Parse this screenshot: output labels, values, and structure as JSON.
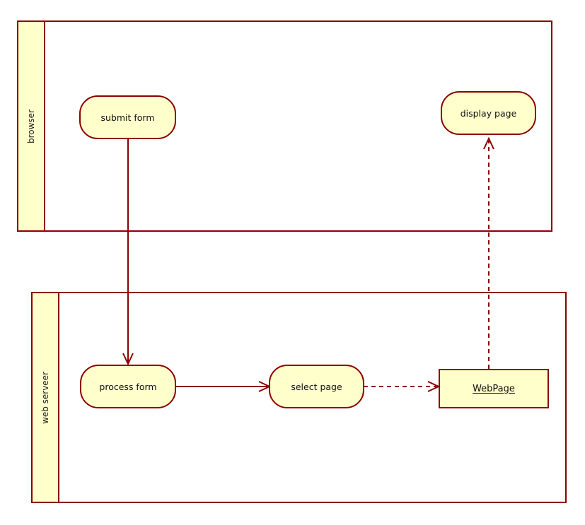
{
  "diagram": {
    "type": "uml-activity-diagram",
    "title": "",
    "colors": {
      "node_fill": "#FFFFCC",
      "node_border": "#8B0000",
      "edge": "#8B0000",
      "background": "#FFFFFF",
      "text": "#111111"
    },
    "swimlanes": [
      {
        "id": "lane-browser",
        "label": "browser",
        "orientation": "horizontal",
        "label_rotation": "-90deg"
      },
      {
        "id": "lane-web-serveer",
        "label": "web serveer",
        "orientation": "horizontal",
        "label_rotation": "-90deg"
      }
    ],
    "nodes": [
      {
        "id": "submit-form",
        "label": "submit form",
        "shape": "rounded-rectangle",
        "lane": "browser"
      },
      {
        "id": "display-page",
        "label": "display page",
        "shape": "rounded-rectangle",
        "lane": "browser"
      },
      {
        "id": "process-form",
        "label": "process form",
        "shape": "rounded-rectangle",
        "lane": "web serveer"
      },
      {
        "id": "select-page",
        "label": "select page",
        "shape": "rounded-rectangle",
        "lane": "web serveer"
      },
      {
        "id": "webpage",
        "label": "WebPage",
        "shape": "rectangle",
        "underlined": true,
        "lane": "web serveer"
      }
    ],
    "edges": [
      {
        "id": "edge-submit-to-process",
        "from": "submit-form",
        "to": "process-form",
        "style": "solid",
        "arrow": "open",
        "label": ""
      },
      {
        "id": "edge-process-to-select",
        "from": "process-form",
        "to": "select-page",
        "style": "solid",
        "arrow": "open",
        "label": ""
      },
      {
        "id": "edge-select-to-webpage",
        "from": "select-page",
        "to": "webpage",
        "style": "dashed",
        "arrow": "open",
        "label": ""
      },
      {
        "id": "edge-webpage-to-display",
        "from": "webpage",
        "to": "display-page",
        "style": "dashed",
        "arrow": "open",
        "label": ""
      }
    ]
  }
}
